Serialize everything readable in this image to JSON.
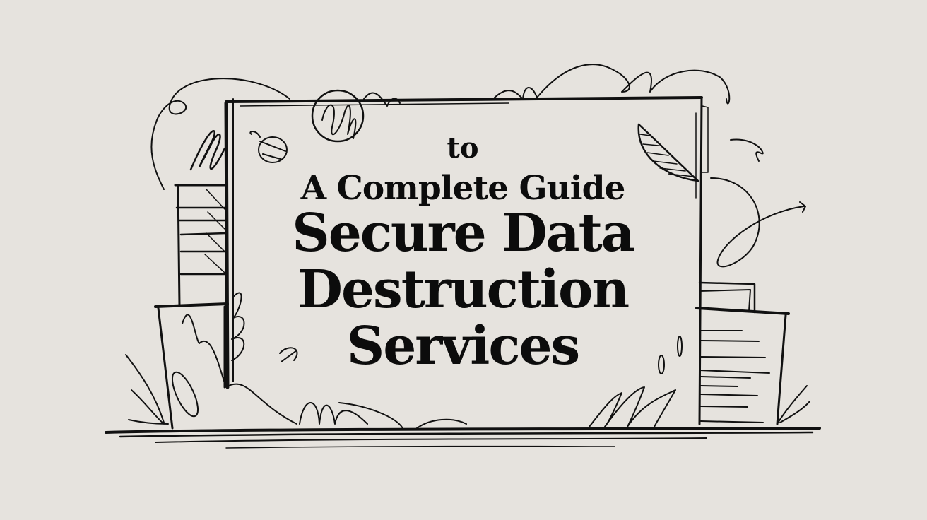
{
  "title": {
    "lines": [
      "to",
      "A Complete Guide",
      "Secure Data",
      "Destruction",
      "Services"
    ]
  },
  "colors": {
    "background": "#e6e3de",
    "ink": "#111111"
  },
  "icons": [
    "sketch-board-frame",
    "sketch-stacked-boxes-left",
    "sketch-stacked-papers-right",
    "sketch-scribble-loops",
    "sketch-hatched-leaf",
    "sketch-grass-tufts",
    "sketch-ground-line"
  ]
}
